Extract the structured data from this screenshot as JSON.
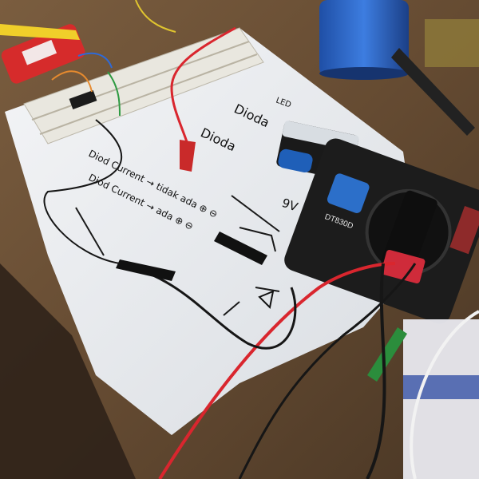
{
  "photo": {
    "handwriting": {
      "diode_label_1": "Dioda",
      "diode_label_2": "Dioda",
      "current_line_1": "Diod Current → tidak ada ⊕ ⊖",
      "current_line_2": "Diod Current → ada ⊕ ⊖",
      "voltage_label": "9V",
      "note_top": "LED"
    },
    "multimeter": {
      "brand_label": "DT830D"
    },
    "colors": {
      "table": "#6b5238",
      "paper": "#eef0f2",
      "wire_red": "#d9262e",
      "wire_black": "#161616",
      "multimeter_body": "#1c1c1c",
      "cup": "#2a6ad1"
    }
  }
}
